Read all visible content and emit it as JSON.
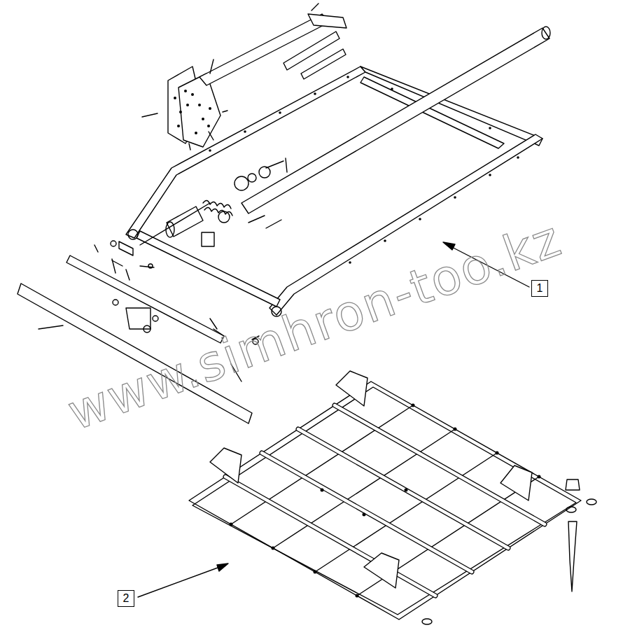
{
  "diagram": {
    "nodes": [
      {
        "text": [
          "1"
        ]
      },
      {
        "text": [
          "2"
        ]
      }
    ],
    "labels": [
      "www.simhron-too.kz"
    ]
  }
}
